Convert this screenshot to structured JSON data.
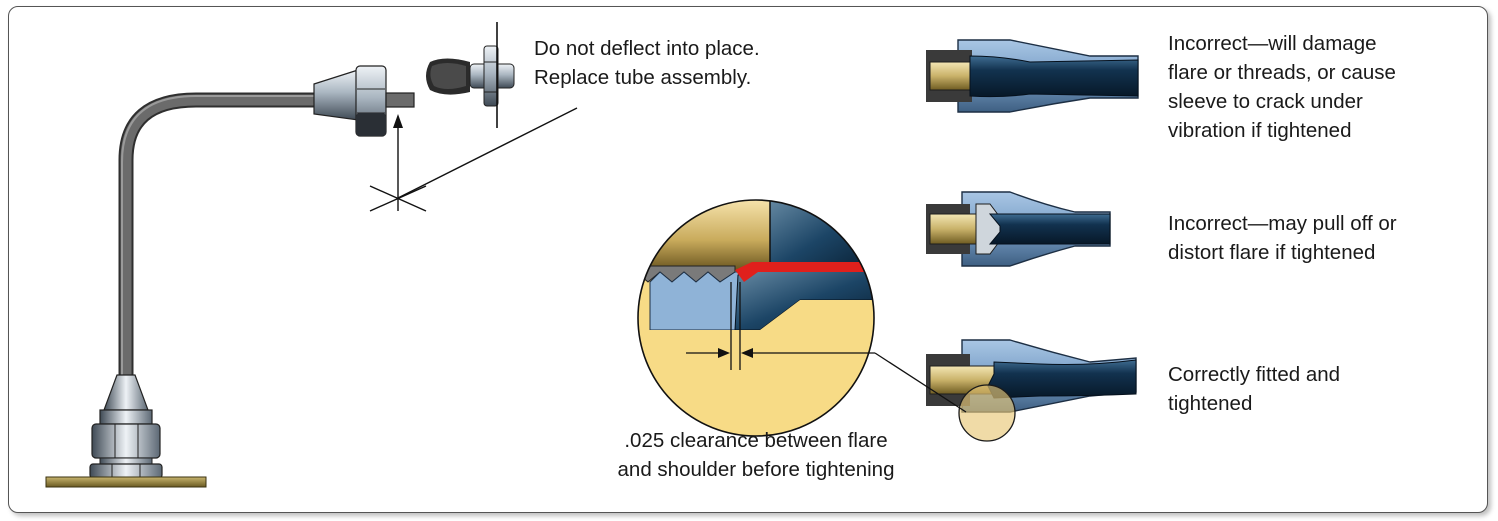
{
  "labels": {
    "deflect": [
      "Do not deflect into place.",
      "Replace tube assembly."
    ],
    "incorrect_damage": [
      "Incorrect—will damage",
      "flare or threads, or cause",
      "sleeve to crack under",
      "vibration if tightened"
    ],
    "incorrect_pull": [
      "Incorrect—may pull off or",
      "distort flare if tightened"
    ],
    "correct": [
      "Correctly fitted and",
      "tightened"
    ],
    "clearance": [
      ".025 clearance between flare",
      "and shoulder before tightening"
    ]
  },
  "colors": {
    "tube_gray": "#6b6b6b",
    "nut_steel": "#b9c4cd",
    "nut_blue": "#7aa0c8",
    "sleeve_brass": "#c9b26a",
    "tube_navy": "#0f2a44",
    "highlight_red": "#e0201c",
    "zoom_yellow": "#f7db86",
    "base_plate": "#8b7a3a"
  }
}
